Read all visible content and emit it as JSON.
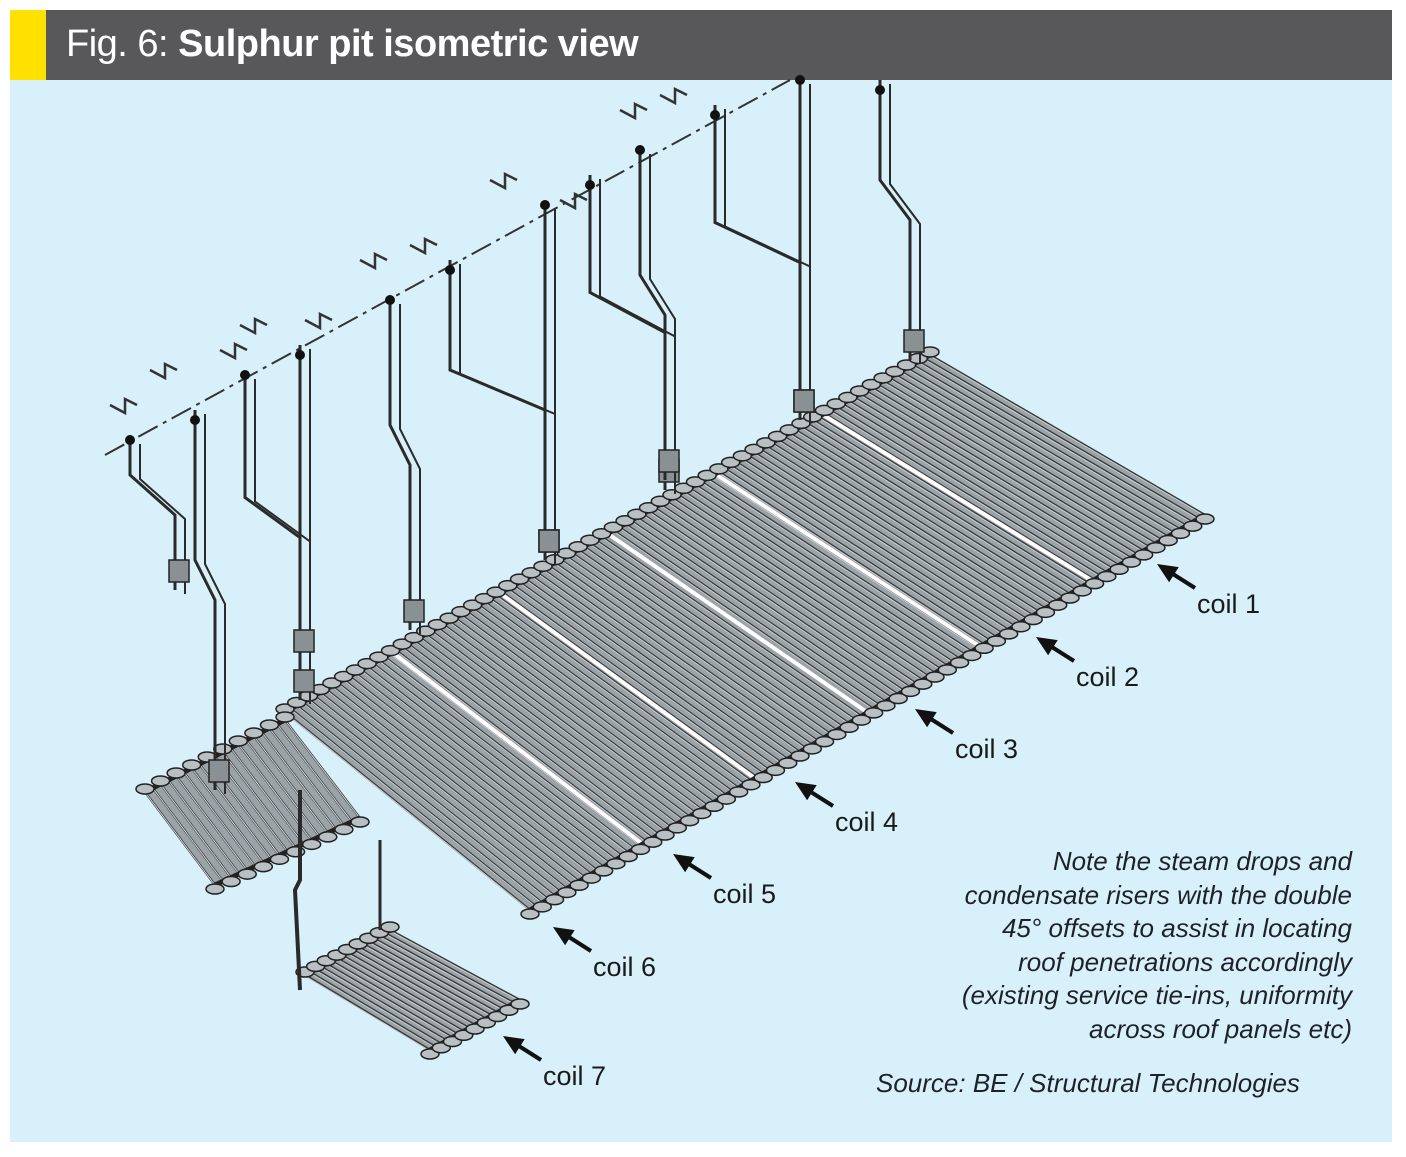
{
  "figure": {
    "number": "Fig. 6:",
    "title": "Sulphur pit isometric view",
    "accent_color": "#ffe100",
    "header_color": "#58575a",
    "background_color": "#d7f0fa"
  },
  "coils": [
    {
      "label": "coil 1"
    },
    {
      "label": "coil 2"
    },
    {
      "label": "coil 3"
    },
    {
      "label": "coil 4"
    },
    {
      "label": "coil 5"
    },
    {
      "label": "coil 6"
    },
    {
      "label": "coil 7"
    }
  ],
  "note": [
    "Note the steam drops and",
    "condensate risers with the double",
    "45° offsets to assist in locating",
    "roof penetrations accordingly",
    "(existing service tie-ins, uniformity",
    "across roof panels etc)"
  ],
  "source": "Source: BE / Structural Technologies"
}
